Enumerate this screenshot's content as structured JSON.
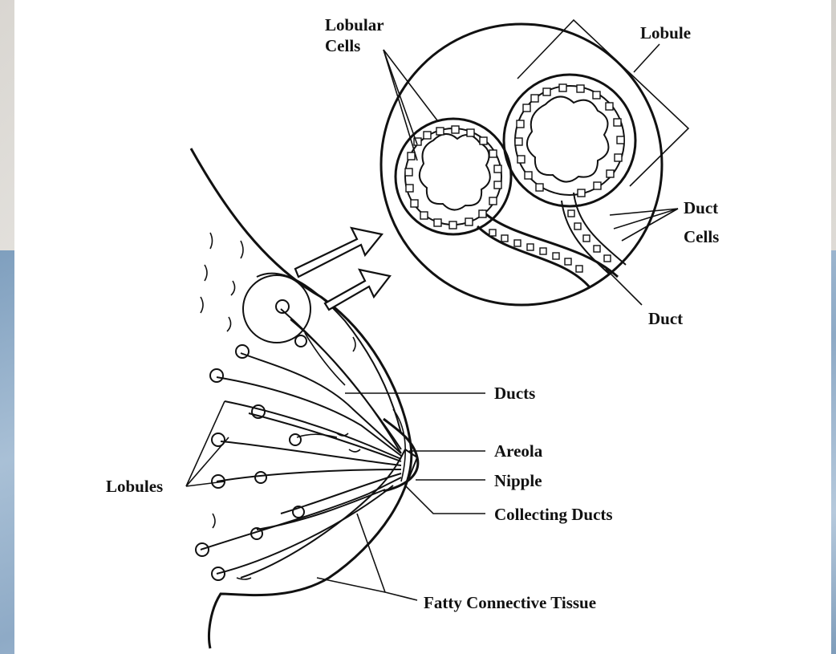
{
  "labels": {
    "lobular_cells_line1": "Lobular",
    "lobular_cells_line2": "Cells",
    "lobule": "Lobule",
    "duct_cells_line1": "Duct",
    "duct_cells_line2": "Cells",
    "duct": "Duct",
    "ducts": "Ducts",
    "areola": "Areola",
    "nipple": "Nipple",
    "collecting_ducts": "Collecting Ducts",
    "lobules": "Lobules",
    "fatty_tissue": "Fatty Connective Tissue"
  },
  "colors": {
    "ink": "#111111",
    "panel": "#ffffff",
    "background_top": "#dedbd6",
    "background_bottom": "#9bb5cf"
  }
}
